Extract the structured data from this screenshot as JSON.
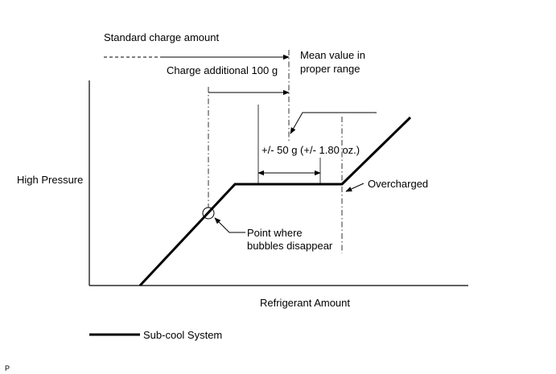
{
  "diagram": {
    "labels": {
      "standard_charge": "Standard charge amount",
      "mean_value_line1": "Mean value in",
      "mean_value_line2": "proper range",
      "charge_additional": "Charge additional 100 g",
      "tolerance": "+/- 50 g (+/- 1.80 oz.)",
      "y_axis": "High Pressure",
      "overcharged": "Overcharged",
      "bubbles_line1": "Point where",
      "bubbles_line2": "bubbles disappear",
      "x_axis": "Refrigerant Amount",
      "legend": "Sub-cool System",
      "corner_mark": "P"
    },
    "colors": {
      "ink": "#000000",
      "background": "#ffffff"
    }
  }
}
